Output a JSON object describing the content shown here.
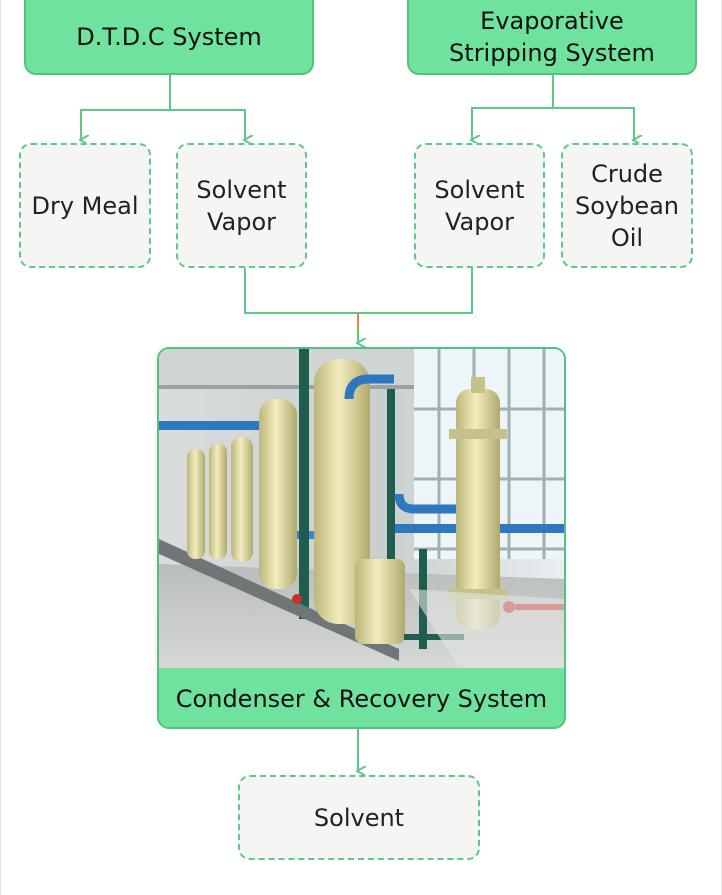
{
  "nodes": {
    "dtdc_system": "D.T.D.C System",
    "evaporative_stripping_system": "Evaporative\nStripping System",
    "dry_meal": "Dry Meal",
    "solvent_vapor_left": "Solvent\nVapor",
    "solvent_vapor_right": "Solvent\nVapor",
    "crude_soybean_oil": "Crude\nSoybean\nOil",
    "condenser_recovery_system": "Condenser & Recovery System",
    "solvent": "Solvent"
  },
  "colors": {
    "system_fill": "#6fe39e",
    "system_border": "#52c27f",
    "node_fill": "#f5f5f3",
    "node_border": "#5ec888",
    "connector": "#5ec888",
    "arrow_accent": "#e8804a"
  }
}
